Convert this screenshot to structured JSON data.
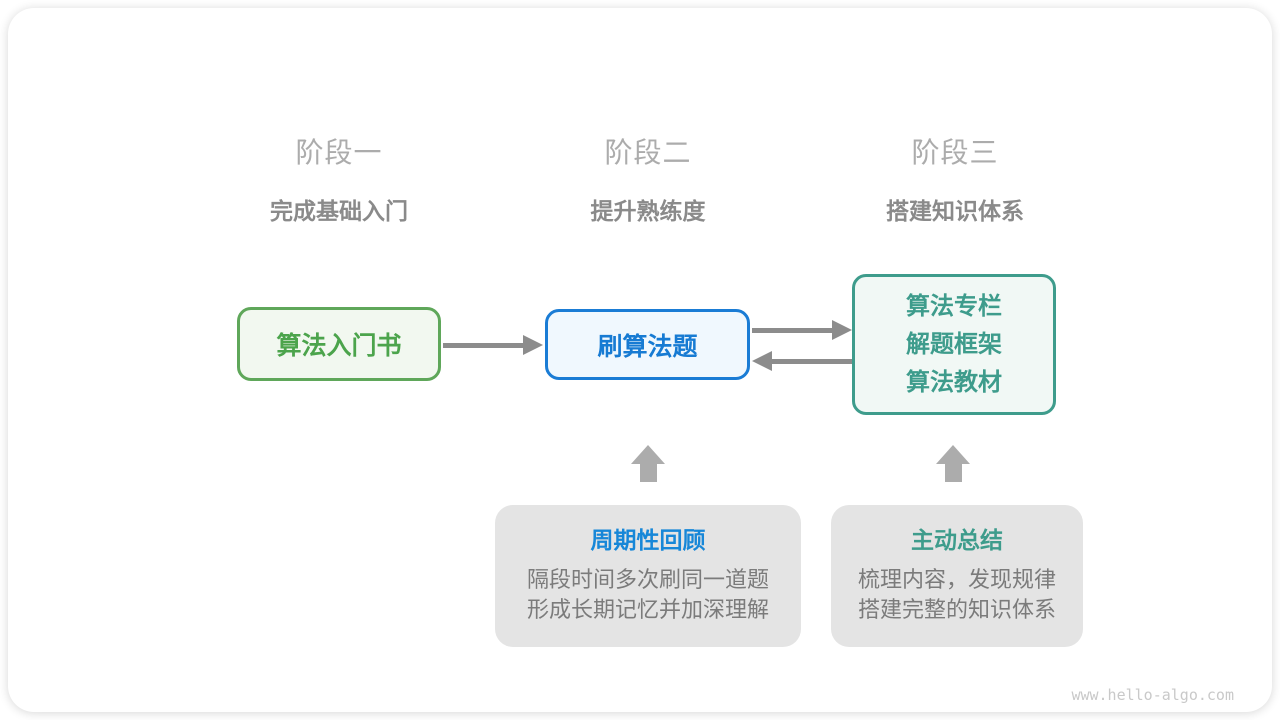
{
  "stages": [
    {
      "title": "阶段一",
      "subtitle": "完成基础入门"
    },
    {
      "title": "阶段二",
      "subtitle": "提升熟练度"
    },
    {
      "title": "阶段三",
      "subtitle": "搭建知识体系"
    }
  ],
  "nodes": [
    {
      "label": "算法入门书"
    },
    {
      "label": "刷算法题"
    },
    {
      "lines": [
        "算法专栏",
        "解题框架",
        "算法教材"
      ]
    }
  ],
  "callouts": [
    {
      "title": "周期性回顾",
      "lines": [
        "隔段时间多次刷同一道题",
        "形成长期记忆并加深理解"
      ]
    },
    {
      "title": "主动总结",
      "lines": [
        "梳理内容，发现规律",
        "搭建完整的知识体系"
      ]
    }
  ],
  "watermark": "www.hello-algo.com",
  "colors": {
    "node_green_border": "#5fa75a",
    "node_green_bg": "#f2f8f0",
    "node_green_text": "#4ca44c",
    "node_blue_border": "#1a7cd5",
    "node_blue_bg": "#f0f8fe",
    "node_blue_text": "#177bd3",
    "node_teal_border": "#3e9c8c",
    "node_teal_bg": "#f1f8f5",
    "node_teal_text": "#3e9c8c",
    "callout_bg": "#e4e4e4",
    "callout_title_blue": "#1787d8",
    "callout_title_teal": "#3e9c8c",
    "callout_body_text": "#7b7b7b",
    "stage_title_text": "#acacac",
    "stage_subtitle_text": "#8a8a8a",
    "arrow_gray": "#8c8c8c",
    "up_arrow_gray": "#acacac",
    "watermark_text": "#c9c9c9"
  }
}
